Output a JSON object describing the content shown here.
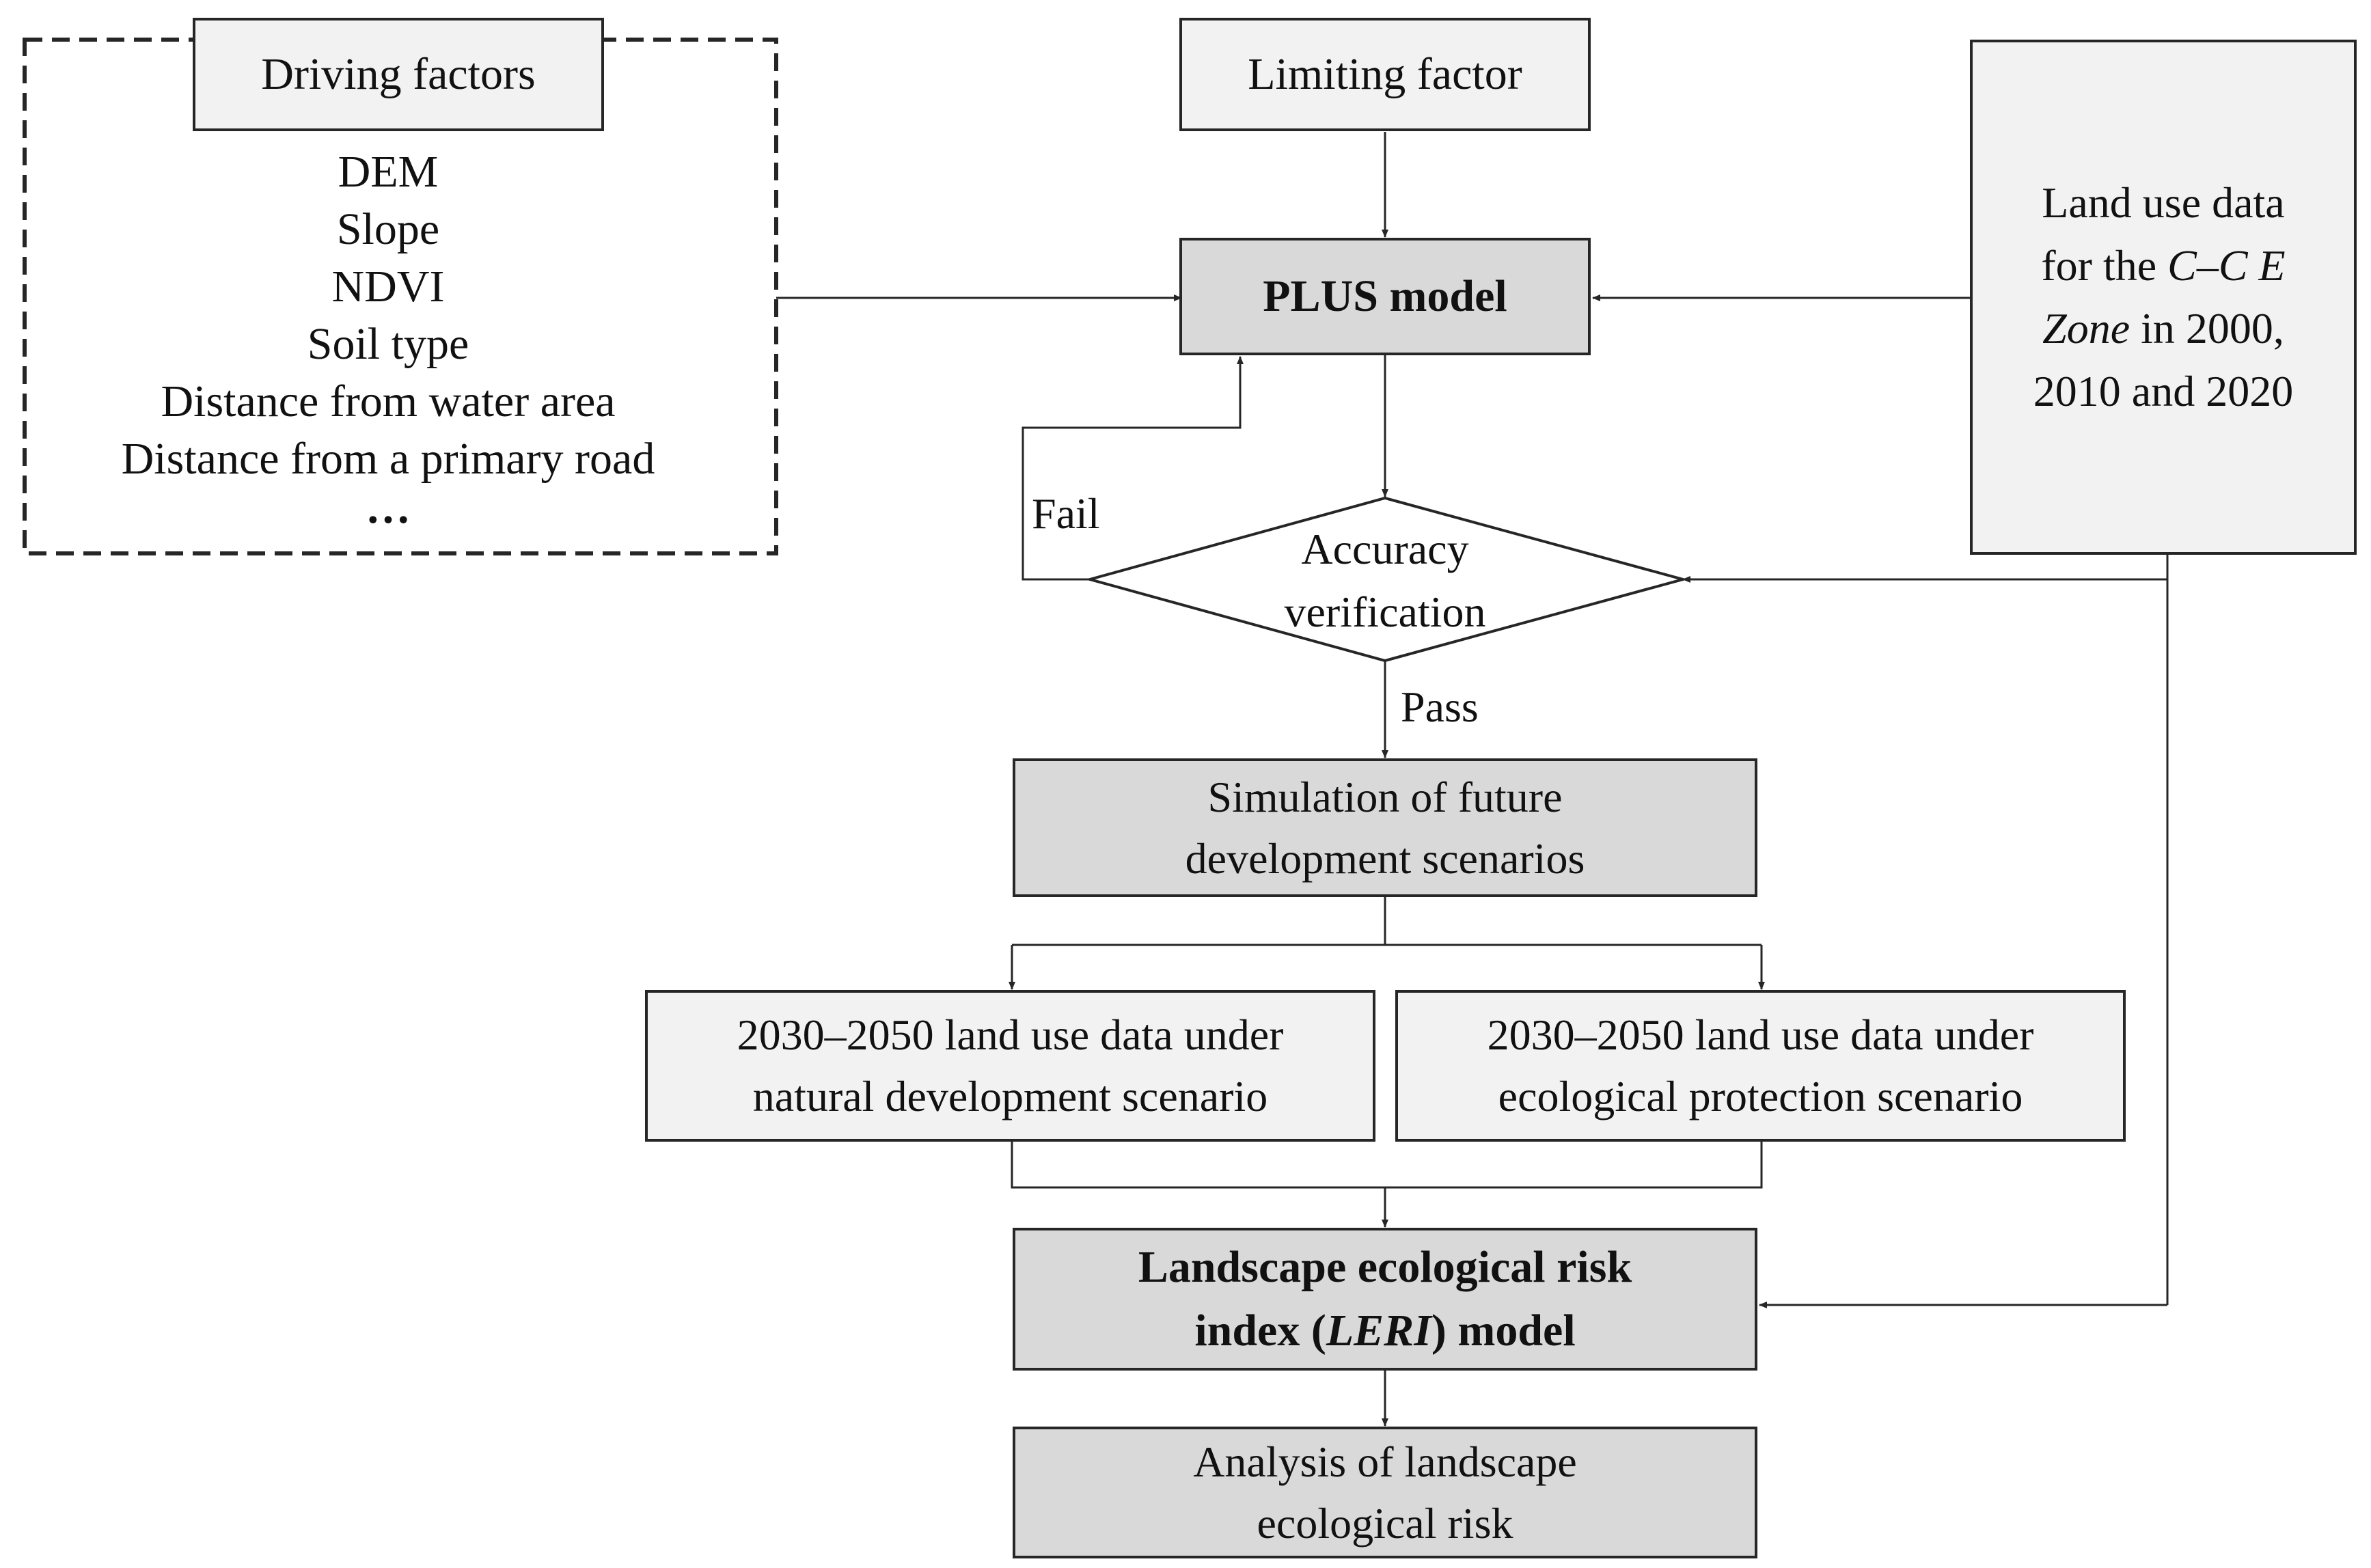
{
  "driving_factors": {
    "title": "Driving factors",
    "items": [
      "DEM",
      "Slope",
      "NDVI",
      "Soil type",
      "Distance from water area",
      "Distance from a primary road",
      "…"
    ]
  },
  "limiting_factor": "Limiting factor",
  "plus_model": "PLUS model",
  "land_use_input": {
    "line1": "Land use data",
    "line2_a": "for the ",
    "line2_b": "C–C E",
    "line3_a": "Zone",
    "line3_b": " in 2000,",
    "line4": "2010 and 2020"
  },
  "accuracy": {
    "line1": "Accuracy",
    "line2": "verification"
  },
  "fail_label": "Fail",
  "pass_label": "Pass",
  "simulation": {
    "line1": "Simulation of future",
    "line2": "development scenarios"
  },
  "natural_scenario": {
    "line1": "2030–2050 land use data under",
    "line2": "natural development scenario"
  },
  "ecological_scenario": {
    "line1": "2030–2050 land use data under",
    "line2": "ecological protection scenario"
  },
  "leri": {
    "line1": "Landscape ecological risk",
    "line2_a": "index (",
    "line2_b": "LERI",
    "line2_c": ") model"
  },
  "analysis": {
    "line1": "Analysis of landscape",
    "line2": "ecological risk"
  }
}
